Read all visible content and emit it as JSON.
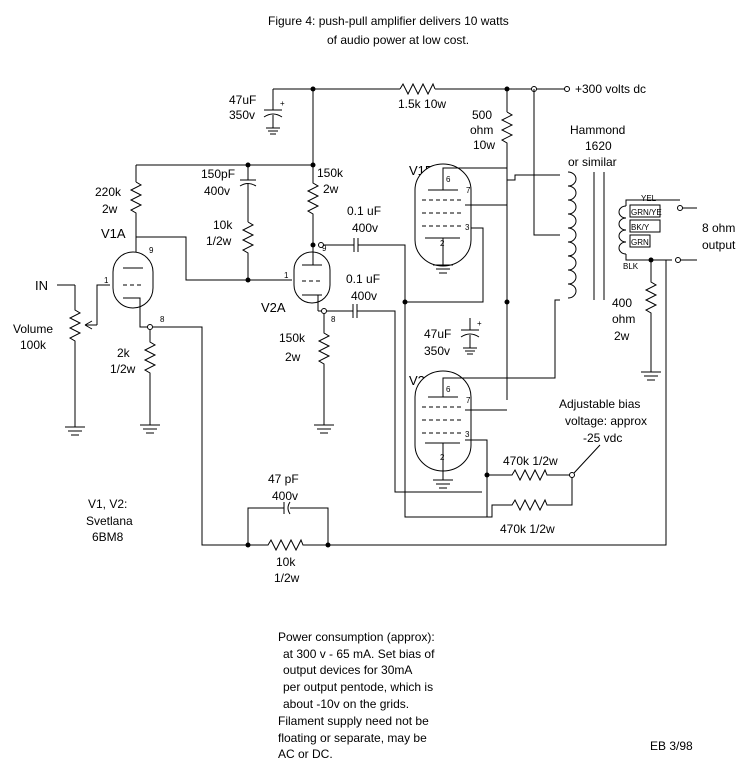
{
  "figure": {
    "title_line1": "Figure 4: push-pull amplifier delivers 10 watts",
    "title_line2": "of audio power at low cost."
  },
  "supply": {
    "voltage_label": "+300 volts dc",
    "filter_cap": [
      "47uF",
      "350v"
    ],
    "dropping_resistor": "1.5k 10w",
    "screen_resistor": [
      "500",
      "ohm",
      "10w"
    ],
    "lower_cap": [
      "47uF",
      "350v"
    ]
  },
  "transformer": {
    "name": [
      "Hammond",
      "1620",
      "or similar"
    ],
    "wire_labels": [
      "YEL",
      "GRN/YE",
      "BK/Y",
      "GRN",
      "BLK"
    ],
    "output_label": [
      "8 ohm",
      "output"
    ],
    "load_resistor": [
      "400",
      "ohm",
      "2w"
    ]
  },
  "tubes": {
    "v1a": "V1A",
    "v2a": "V2A",
    "v1b": "V1B",
    "v2b": "V2B",
    "pins": [
      "1",
      "9",
      "8",
      "1",
      "9",
      "8",
      "6",
      "7",
      "3",
      "2",
      "6",
      "7",
      "3",
      "2"
    ],
    "type_note": [
      "V1, V2:",
      "Svetlana",
      "6BM8"
    ]
  },
  "input": {
    "label": "IN",
    "volume": [
      "Volume",
      "100k"
    ]
  },
  "components": {
    "r_220k": [
      "220k",
      "2w"
    ],
    "c_150pf": [
      "150pF",
      "400v"
    ],
    "r_10k_grid": [
      "10k",
      "1/2w"
    ],
    "r_150k_top": [
      "150k",
      "2w"
    ],
    "c_01_a": [
      "0.1 uF",
      "400v"
    ],
    "c_01_b": [
      "0.1 uF",
      "400v"
    ],
    "r_150k_bot": [
      "150k",
      "2w"
    ],
    "r_2k": [
      "2k",
      "1/2w"
    ],
    "c_47pf": [
      "47 pF",
      "400v"
    ],
    "r_10k_fb": [
      "10k",
      "1/2w"
    ],
    "r_470k_a": "470k 1/2w",
    "r_470k_b": "470k 1/2w"
  },
  "bias_note": [
    "Adjustable bias",
    "voltage: approx",
    "-25 vdc"
  ],
  "notes": [
    "Power consumption (approx):",
    "at 300 v - 65 mA. Set bias of",
    "output devices for 30mA",
    "per output pentode, which is",
    "about -10v on the grids.",
    "Filament supply need not be",
    "floating or separate, may be",
    "AC or DC."
  ],
  "signature": "EB 3/98"
}
